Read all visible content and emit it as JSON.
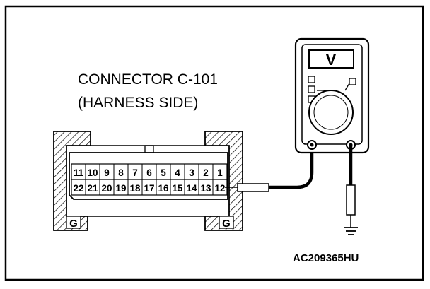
{
  "connector": {
    "title_line1": "CONNECTOR C-101",
    "title_line2": "(HARNESS SIDE)",
    "top_row_pins": [
      "11",
      "10",
      "9",
      "8",
      "7",
      "6",
      "5",
      "4",
      "3",
      "2",
      "1"
    ],
    "bottom_row_pins": [
      "22",
      "21",
      "20",
      "19",
      "18",
      "17",
      "16",
      "15",
      "14",
      "13",
      "12"
    ],
    "ground_left": "G",
    "ground_right": "G"
  },
  "meter": {
    "mode_symbol": "V"
  },
  "diagram_code": "AC209365HU"
}
